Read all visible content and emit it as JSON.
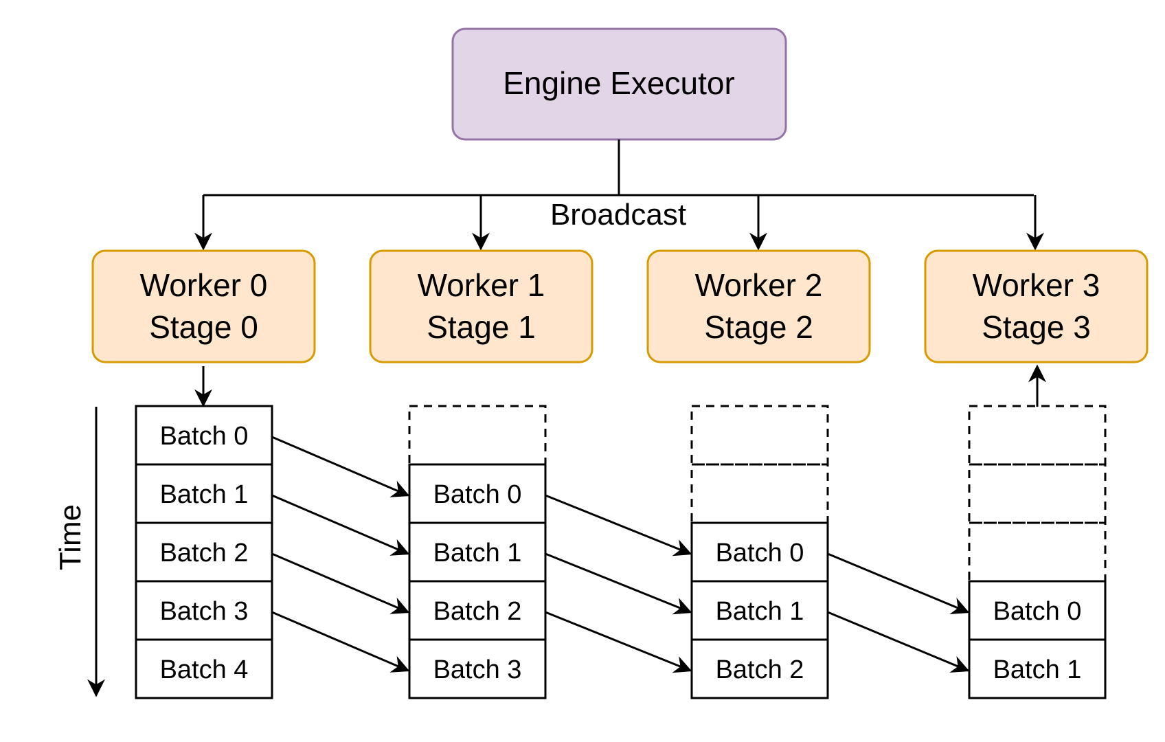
{
  "engine": {
    "label": "Engine Executor",
    "fill": "#e1d5e7",
    "stroke": "#9673a6"
  },
  "broadcast_label": "Broadcast",
  "time_label": "Time",
  "worker_style": {
    "fill": "#ffe6cc",
    "stroke": "#d79b00"
  },
  "workers": [
    {
      "line1": "Worker 0",
      "line2": "Stage 0",
      "empty_slots": 0,
      "batches": [
        "Batch 0",
        "Batch 1",
        "Batch 2",
        "Batch 3",
        "Batch 4"
      ]
    },
    {
      "line1": "Worker 1",
      "line2": "Stage 1",
      "empty_slots": 1,
      "batches": [
        "Batch 0",
        "Batch 1",
        "Batch 2",
        "Batch 3"
      ]
    },
    {
      "line1": "Worker 2",
      "line2": "Stage 2",
      "empty_slots": 2,
      "batches": [
        "Batch 0",
        "Batch 1",
        "Batch 2"
      ]
    },
    {
      "line1": "Worker 3",
      "line2": "Stage 3",
      "empty_slots": 3,
      "batches": [
        "Batch 0",
        "Batch 1"
      ]
    }
  ]
}
